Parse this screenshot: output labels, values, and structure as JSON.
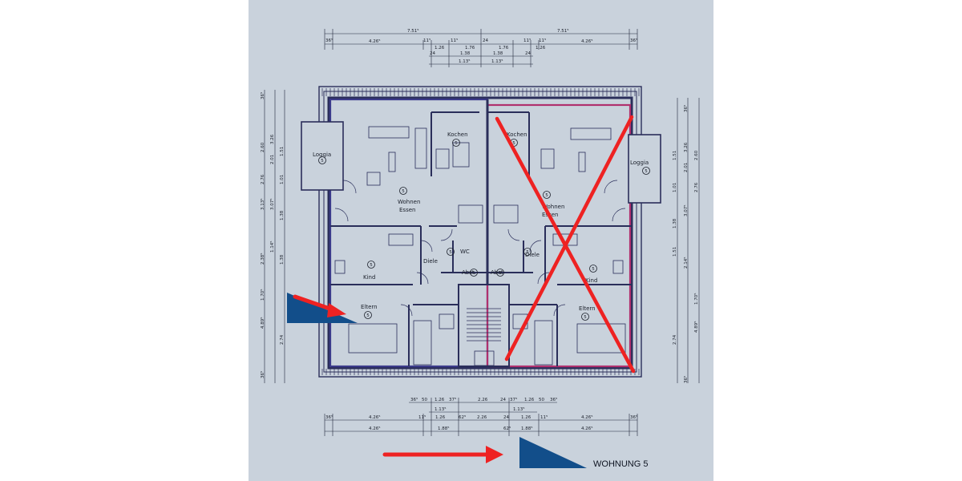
{
  "rooms": {
    "loggia_left": "Loggia",
    "loggia_right": "Loggia",
    "kochen_left": "Kochen",
    "kochen_right": "Kochen",
    "wohnen_left": "Wohnen",
    "essen_left": "Essen",
    "wohnen_right": "Wohnen",
    "essen_right": "Essen",
    "kind_left": "Kind",
    "kind_right": "Kind",
    "diele_left": "Diele",
    "diele_right": "Diele",
    "abst_left": "Abst.",
    "abst_right": "Abst",
    "eltern_left": "Eltern",
    "eltern_right": "Eltern",
    "wc": "WC"
  },
  "circle_label": "5",
  "dims_top": {
    "total_left": "7.51⁵",
    "total_right": "7.51⁵",
    "r1": [
      "36⁵",
      "4.26⁵",
      "11⁵",
      "1.26",
      "11⁵",
      "1.76",
      "24",
      "1.76",
      "11⁵",
      "1.26",
      "11⁵",
      "4.26⁵",
      "36⁵"
    ],
    "r2": [
      "24",
      "1.38",
      "1.38",
      "24"
    ],
    "r3": [
      "1.13⁵",
      "1.13⁵"
    ]
  },
  "dims_bottom": {
    "r1": [
      "36⁵",
      "50",
      "1.26",
      "37⁵",
      "2.26",
      "24",
      "37⁵",
      "1.26",
      "50",
      "36⁵"
    ],
    "r2": [
      "1.13⁵",
      "1.13⁵"
    ],
    "r3": [
      "36⁵",
      "4.26⁵",
      "11⁵",
      "1.26",
      "62⁵",
      "2.26",
      "24",
      "1.26",
      "11⁵",
      "4.26⁵",
      "36⁵"
    ],
    "r4": [
      "4.26⁵",
      "1.88⁵",
      "62⁵",
      "1.88⁵",
      "4.26⁵"
    ]
  },
  "dims_left": [
    "36⁵",
    "2.60",
    "3.26",
    "1.51",
    "2.01",
    "2.76",
    "1.01",
    "3.13⁵",
    "3.07⁵",
    "1.38",
    "1.14⁵",
    "2.38⁵",
    "1.38",
    "1.70⁵",
    "4.89⁵",
    "2.74",
    "36⁵"
  ],
  "dims_right": [
    "36⁵",
    "2.60",
    "3.26",
    "1.51",
    "2.01",
    "2.76",
    "1.01",
    "3.07⁵",
    "1.38",
    "1.51",
    "2.14⁵",
    "1.70⁵",
    "4.89⁵",
    "2.74",
    "36⁵"
  ],
  "caption": "WOHNUNG 5",
  "colors": {
    "paper": "#c9d2dc",
    "wall": "#2a2e5a",
    "highlight_left": "#3b3a8a",
    "highlight_right": "#b0306e",
    "red_mark": "#ee2222",
    "triangle": "#124e8a"
  }
}
